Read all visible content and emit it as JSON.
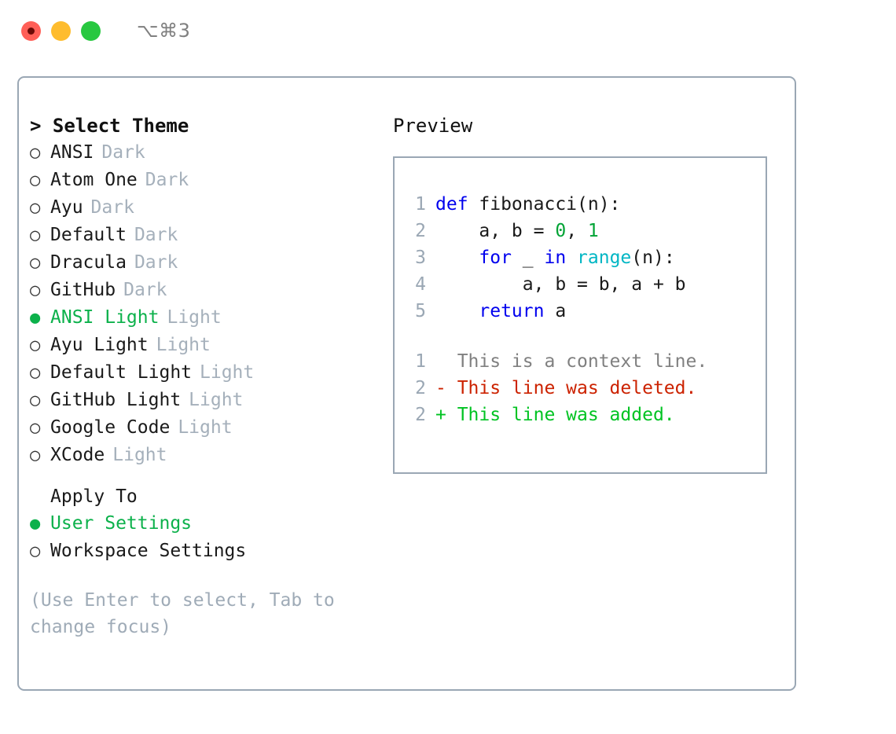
{
  "titlebar": {
    "shortcut": "⌥⌘3",
    "lights": [
      {
        "name": "close",
        "color": "#ff5f57"
      },
      {
        "name": "minimize",
        "color": "#febc2e"
      },
      {
        "name": "maximize",
        "color": "#28c840"
      }
    ]
  },
  "theme_picker": {
    "heading": "> Select Theme",
    "bullet_on": "●",
    "bullet_off": "○",
    "options": [
      {
        "name": "ANSI",
        "category": "Dark",
        "selected": false
      },
      {
        "name": "Atom One",
        "category": "Dark",
        "selected": false
      },
      {
        "name": "Ayu",
        "category": "Dark",
        "selected": false
      },
      {
        "name": "Default",
        "category": "Dark",
        "selected": false
      },
      {
        "name": "Dracula",
        "category": "Dark",
        "selected": false
      },
      {
        "name": "GitHub",
        "category": "Dark",
        "selected": false
      },
      {
        "name": "ANSI Light",
        "category": "Light",
        "selected": true
      },
      {
        "name": "Ayu Light",
        "category": "Light",
        "selected": false
      },
      {
        "name": "Default Light",
        "category": "Light",
        "selected": false
      },
      {
        "name": "GitHub Light",
        "category": "Light",
        "selected": false
      },
      {
        "name": "Google Code",
        "category": "Light",
        "selected": false
      },
      {
        "name": "XCode",
        "category": "Light",
        "selected": false
      }
    ]
  },
  "apply_to": {
    "heading": "Apply To",
    "options": [
      {
        "label": "User Settings",
        "selected": true
      },
      {
        "label": "Workspace Settings",
        "selected": false
      }
    ]
  },
  "hint": "(Use Enter to select, Tab to change focus)",
  "preview": {
    "heading": "Preview",
    "code": [
      {
        "no": "1",
        "tokens": [
          {
            "t": "def",
            "c": "kw"
          },
          {
            "t": " fibonacci(n):",
            "c": "id"
          }
        ]
      },
      {
        "no": "2",
        "tokens": [
          {
            "t": "    a, b = ",
            "c": "id"
          },
          {
            "t": "0",
            "c": "num"
          },
          {
            "t": ", ",
            "c": "id"
          },
          {
            "t": "1",
            "c": "num"
          }
        ]
      },
      {
        "no": "3",
        "tokens": [
          {
            "t": "    ",
            "c": "id"
          },
          {
            "t": "for",
            "c": "kw"
          },
          {
            "t": " _ ",
            "c": "id"
          },
          {
            "t": "in",
            "c": "kw"
          },
          {
            "t": " ",
            "c": "id"
          },
          {
            "t": "range",
            "c": "fn"
          },
          {
            "t": "(n):",
            "c": "id"
          }
        ]
      },
      {
        "no": "4",
        "tokens": [
          {
            "t": "        a, b = b, a + b",
            "c": "id"
          }
        ]
      },
      {
        "no": "5",
        "tokens": [
          {
            "t": "    ",
            "c": "id"
          },
          {
            "t": "return",
            "c": "kw"
          },
          {
            "t": " a",
            "c": "id"
          }
        ]
      }
    ],
    "diff": [
      {
        "no": "1",
        "kind": "ctx",
        "text": "  This is a context line."
      },
      {
        "no": "2",
        "kind": "del",
        "text": "- This line was deleted."
      },
      {
        "no": "2",
        "kind": "add",
        "text": "+ This line was added."
      }
    ]
  },
  "colors": {
    "accent_green": "#0cb14b",
    "keyword_blue": "#0000ee",
    "function_cyan": "#00b6c4",
    "number_green": "#00a335",
    "diff_delete_red": "#cc2200",
    "diff_add_green": "#00c322",
    "muted_gray": "#a5b0bb",
    "border_gray": "#9aa7b4"
  }
}
